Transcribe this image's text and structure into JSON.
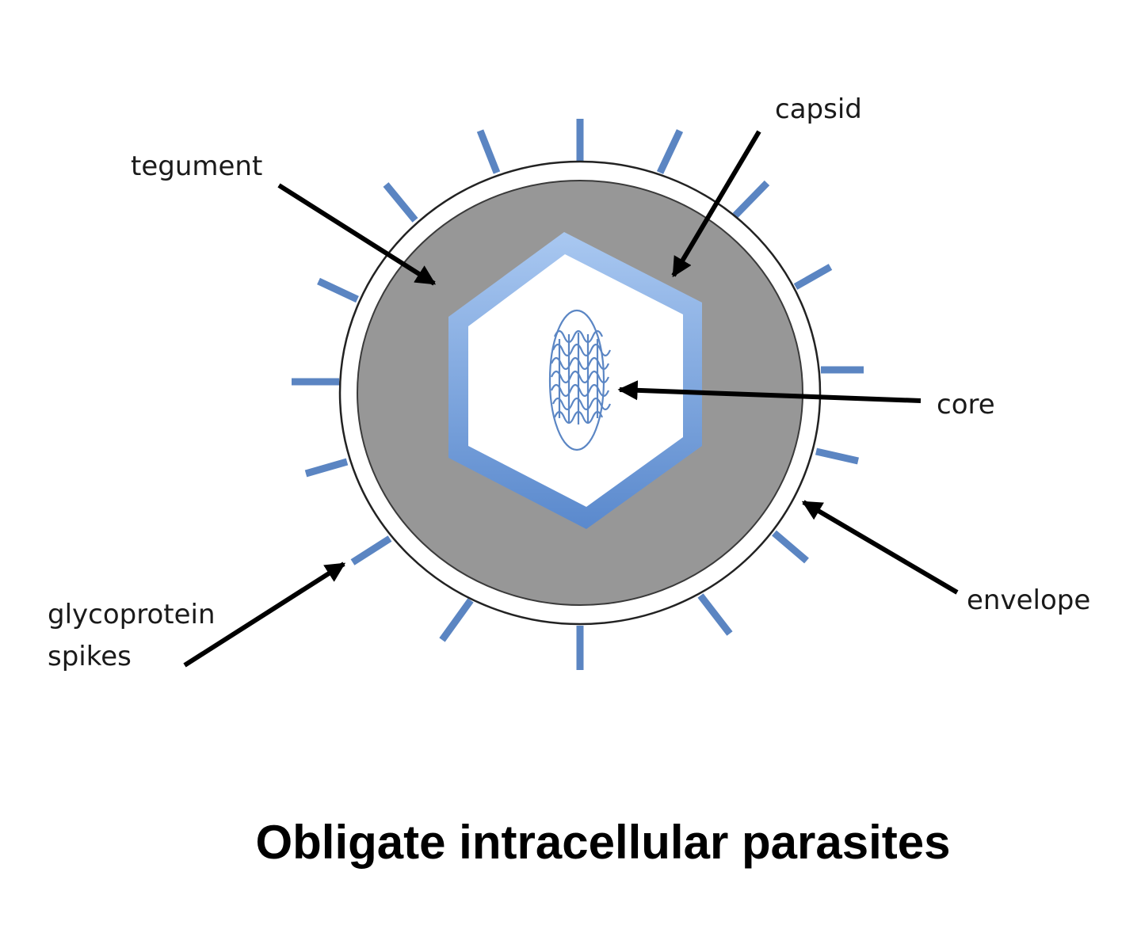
{
  "labels": {
    "tegument": "tegument",
    "capsid": "capsid",
    "core": "core",
    "envelope": "envelope",
    "glycoprotein_line1": "glycoprotein",
    "glycoprotein_line2": "spikes"
  },
  "title": "Obligate intracellular parasites",
  "colors": {
    "tegument": "#979797",
    "spike": "#5b85c2",
    "capsid_light": "#a9c8f1",
    "capsid_dark": "#5a89cd",
    "arrow": "#000000",
    "core_coil": "#5b86c4"
  }
}
